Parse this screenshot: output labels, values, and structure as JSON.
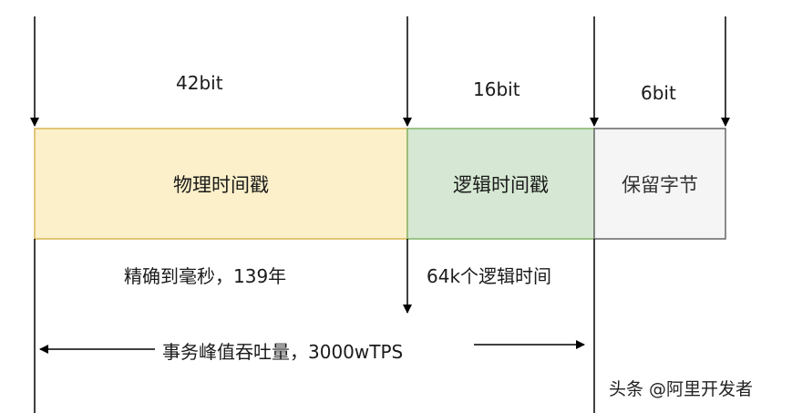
{
  "bits": {
    "physical": "42bit",
    "logical": "16bit",
    "reserved": "6bit"
  },
  "segments": {
    "physical": "物理时间戳",
    "logical": "逻辑时间戳",
    "reserved": "保留字节"
  },
  "notes": {
    "physical": "精确到毫秒，139年",
    "logical": "64k个逻辑时间",
    "throughput": "事务峰值吞吐量，3000wTPS"
  },
  "watermark": "头条 @阿里开发者",
  "colors": {
    "physical_fill": "#fbf0c9",
    "physical_stroke": "#d8b656",
    "logical_fill": "#d6e8d3",
    "logical_stroke": "#82b366",
    "reserved_fill": "#f5f5f5",
    "reserved_stroke": "#666666",
    "line": "#000000"
  }
}
